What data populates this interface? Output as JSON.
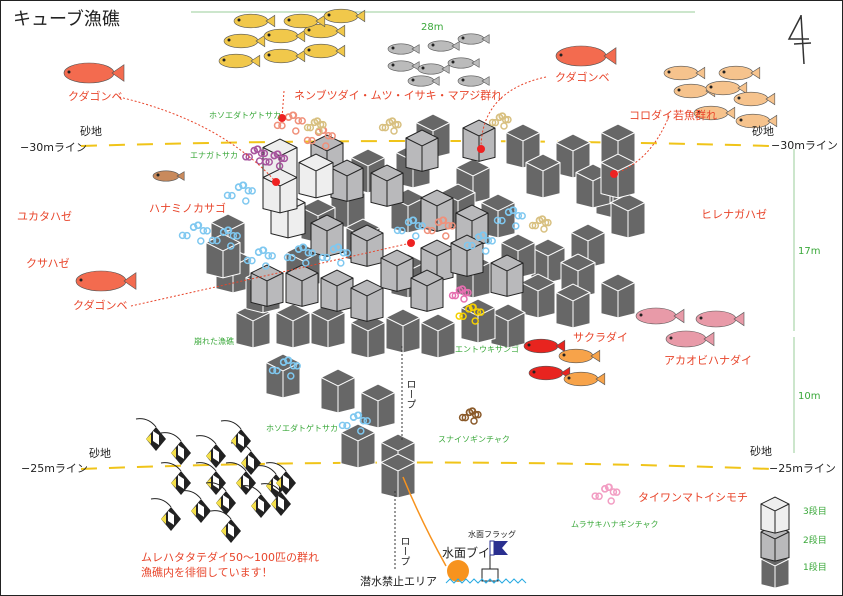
{
  "title": "キューブ漁礁",
  "depth_labels": {
    "top": "28m",
    "right_upper": "17m",
    "right_lower": "10m"
  },
  "sand": [
    "砂地",
    "砂地",
    "砂地",
    "砂地"
  ],
  "lines": {
    "m30": "−30mライン",
    "m25": "−25mライン"
  },
  "fish": {
    "kudagonbe": "クダゴンベ",
    "nenbutsu": "ネンブツダイ・ムツ・イサキ・マアジ群れ",
    "korodai": "コロダイ若魚群れ",
    "hanamino": "ハナミノカサゴ",
    "yukata": "ユカタハゼ",
    "kusa": "クサハゼ",
    "hirenaga": "ヒレナガハゼ",
    "sakura": "サクラダイ",
    "akaobi": "アカオビハナダイ",
    "taiwan": "タイワンマトイシモチ",
    "murehata1": "ムレハタタテダイ50〜100匹の群れ",
    "murehata2": "漁礁内を徘徊しています！"
  },
  "coral": {
    "hosoeda": "ホソエダトゲトサカ",
    "enaga": "エナガトサカ",
    "entouki": "エントウキサンゴ",
    "sunaiso": "スナイソギンチャク",
    "murasaki": "ムラサキハナギンチャク",
    "kuzureta": "崩れた漁礁"
  },
  "rope": "ロープ",
  "surface": {
    "flag": "水面フラッグ",
    "buoy": "水面ブイ",
    "no_dive": "潜水禁止エリア"
  },
  "legend": [
    "3段目",
    "2段目",
    "1段目"
  ],
  "colors": {
    "label_red": "#e8452b",
    "label_green": "#3aa83a",
    "cube_dark": "#676767",
    "cube_mid": "#b9b9bb",
    "cube_light": "#eeeeee",
    "sand_line": "#f0c419",
    "buoy": "#f7931e",
    "flag": "#2a2f8f"
  }
}
